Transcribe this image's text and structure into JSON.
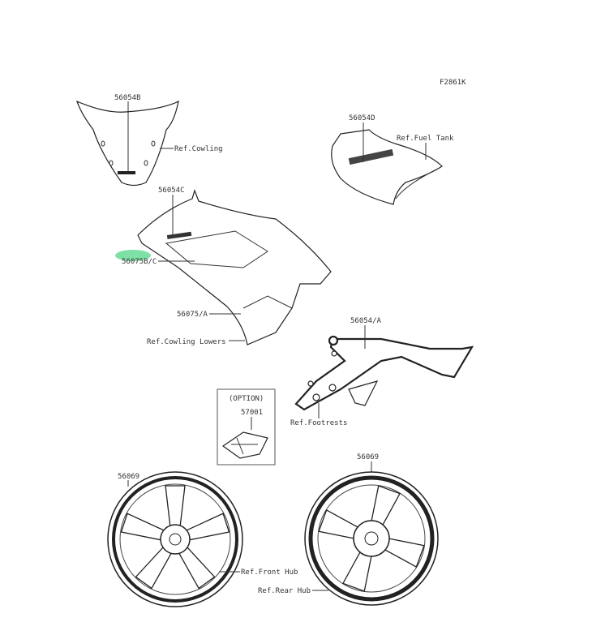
{
  "figure_code": "F2861K",
  "highlight_color": "#7fe0a6",
  "labels": {
    "windshield_part": "56054B",
    "ref_cowling": "Ref.Cowling",
    "tank_part": "56054D",
    "ref_fuel_tank": "Ref.Fuel Tank",
    "cowl_part": "56054C",
    "cowl_stripe_part": "56075B/C",
    "lower_part": "56075/A",
    "ref_cowling_lowers": "Ref.Cowling Lowers",
    "footrest_part": "56054/A",
    "ref_footrests": "Ref.Footrests",
    "option": "(OPTION)",
    "option_part": "57001",
    "front_wheel_part": "56069",
    "rear_wheel_part": "56069",
    "ref_front_hub": "Ref.Front Hub",
    "ref_rear_hub": "Ref.Rear Hub"
  }
}
